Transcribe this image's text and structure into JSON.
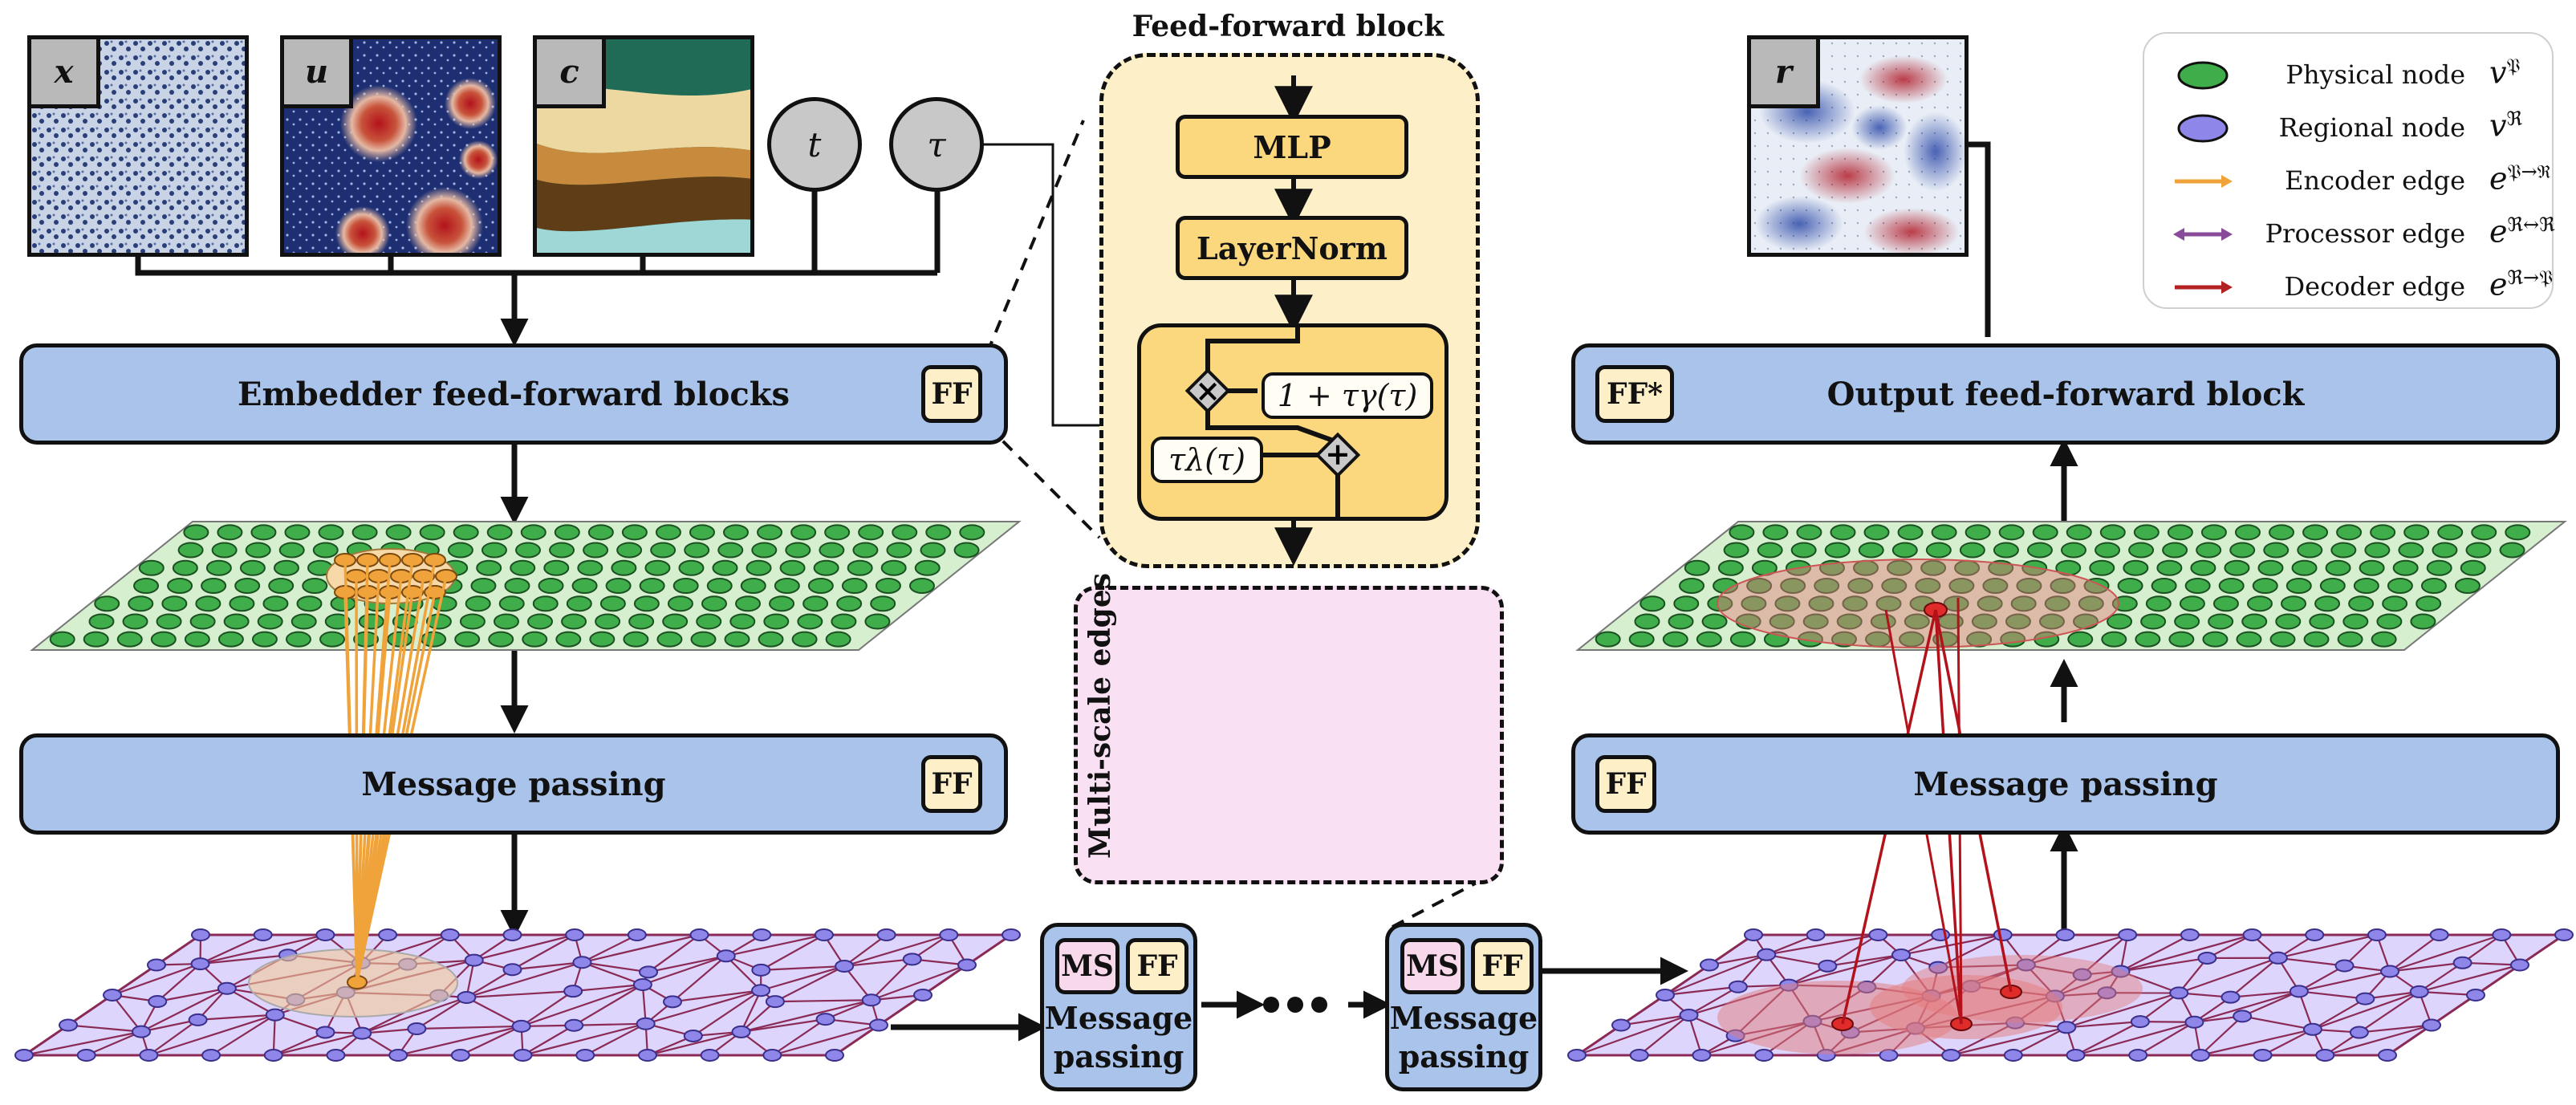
{
  "inputs": {
    "x_label": "x",
    "u_label": "u",
    "c_label": "c",
    "t_label": "t",
    "tau_label": "τ",
    "r_label": "r"
  },
  "blocks": {
    "embedder": "Embedder feed-forward blocks",
    "message_passing": "Message passing",
    "output": "Output feed-forward block",
    "ff_tag": "FF",
    "ff_star_tag": "FF*",
    "ms_tag": "MS",
    "mp_line1": "Message",
    "mp_line2": "passing"
  },
  "feed_forward": {
    "title": "Feed-forward block",
    "mlp": "MLP",
    "layernorm": "LayerNorm",
    "gamma_formula": "1 + τγ(τ)",
    "lambda_formula": "τλ(τ)",
    "mult_symbol": "×",
    "add_symbol": "+"
  },
  "multiscale": {
    "title": "Multi-scale edges"
  },
  "legend": {
    "items": [
      {
        "label": "Physical node",
        "symbol": "v",
        "sup": "𝔓",
        "color": "#3fae4a",
        "kind": "node"
      },
      {
        "label": "Regional node",
        "symbol": "v",
        "sup": "ℜ",
        "color": "#8f86ea",
        "kind": "node"
      },
      {
        "label": "Encoder edge",
        "symbol": "e",
        "sup": "𝔓→ℜ",
        "color": "#f0a33a",
        "kind": "arrow"
      },
      {
        "label": "Processor edge",
        "symbol": "e",
        "sup": "ℜ↔ℜ",
        "color": "#8a4a9a",
        "kind": "biarrow"
      },
      {
        "label": "Decoder edge",
        "symbol": "e",
        "sup": "ℜ→𝔓",
        "color": "#b22222",
        "kind": "arrow"
      }
    ]
  },
  "colors": {
    "physical_plane": "#d6f0cf",
    "physical_node": "#3fae4a",
    "regional_plane": "#ddd5fb",
    "regional_node": "#8f86ea",
    "regional_edge": "#8a2a55",
    "encoder_edge": "#f0a33a",
    "decoder_edge": "#b3121b",
    "block_blue": "#a9c3ea",
    "ff_yellow": "#fbd77d"
  },
  "ellipsis": "•••"
}
